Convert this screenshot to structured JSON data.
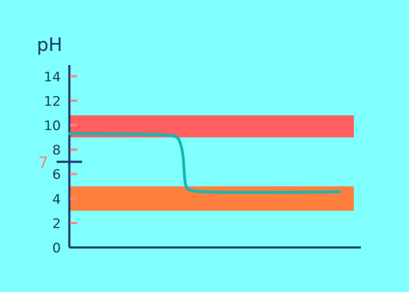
{
  "chart_data": {
    "type": "line",
    "ylabel": "pH",
    "xlabel": "",
    "title": "",
    "ylim": [
      0,
      15
    ],
    "y_ticks": [
      0,
      2,
      4,
      6,
      8,
      10,
      12,
      14
    ],
    "neutral_marker": {
      "value": 7,
      "label": "7"
    },
    "bands": [
      {
        "name": "",
        "y_range": [
          9,
          10.8
        ],
        "color": "#ff5f5f"
      },
      {
        "name": "",
        "y_range": [
          3,
          5
        ],
        "color": "#ff7f3f"
      }
    ],
    "series": [
      {
        "name": "",
        "color": "#14b8b0",
        "x": [
          0,
          10,
          20,
          30,
          35,
          38,
          39,
          40,
          40.3,
          40.6,
          41,
          42,
          44,
          47,
          55,
          65,
          75,
          85,
          95
        ],
        "y": [
          9.3,
          9.3,
          9.28,
          9.25,
          9.2,
          9.05,
          8.6,
          7.6,
          6.4,
          5.5,
          4.95,
          4.7,
          4.6,
          4.55,
          4.5,
          4.5,
          4.5,
          4.52,
          4.55
        ]
      }
    ],
    "xlim": [
      0,
      100
    ],
    "colors": {
      "background": "#80ffff",
      "axis": "#1a3a6b",
      "tick_marks": "#ff8080",
      "neutral_label": "#ff8080"
    }
  }
}
